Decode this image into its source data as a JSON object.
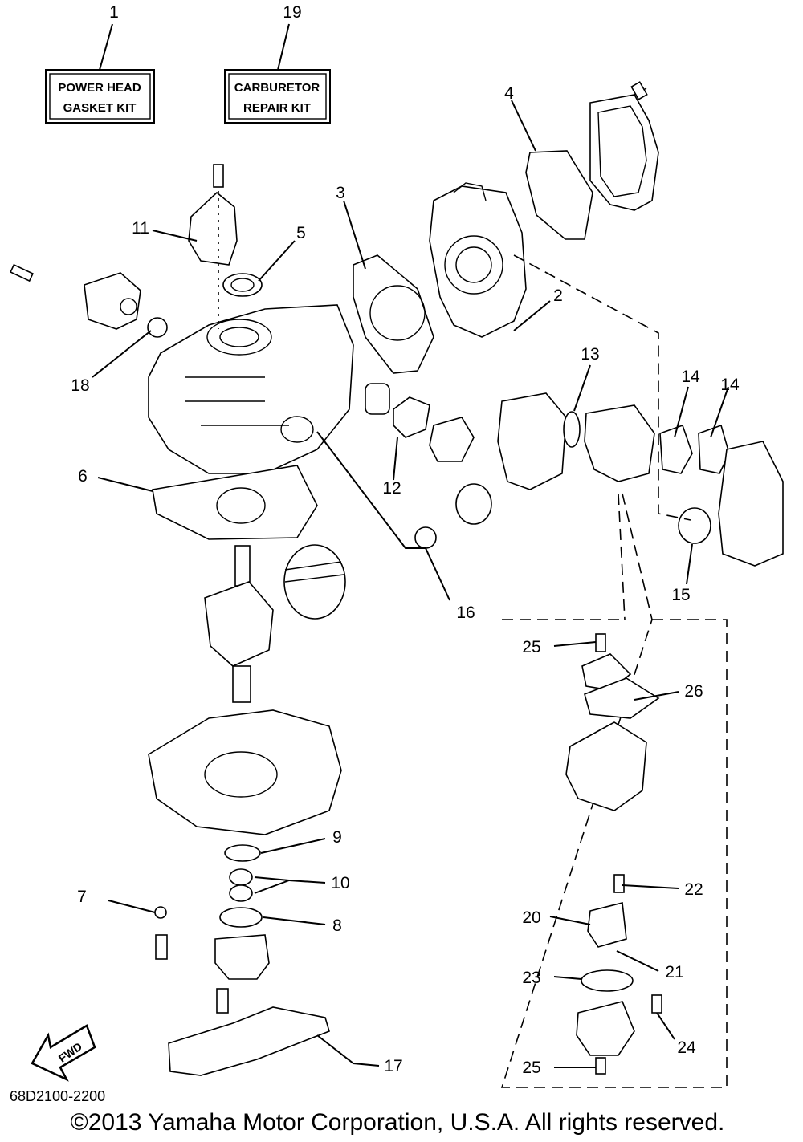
{
  "kits": [
    {
      "callout": "1",
      "line1": "POWER HEAD",
      "line2": "GASKET KIT"
    },
    {
      "callout": "19",
      "line1": "CARBURETOR",
      "line2": "REPAIR KIT"
    }
  ],
  "callouts": [
    "2",
    "3",
    "4",
    "5",
    "6",
    "7",
    "8",
    "9",
    "10",
    "11",
    "12",
    "13",
    "14",
    "14",
    "15",
    "16",
    "17",
    "18",
    "20",
    "21",
    "22",
    "23",
    "24",
    "25",
    "25",
    "26"
  ],
  "fwd_label": "FWD",
  "diagram_code": "68D2100-2200",
  "copyright": "©2013 Yamaha Motor Corporation, U.S.A. All rights reserved."
}
